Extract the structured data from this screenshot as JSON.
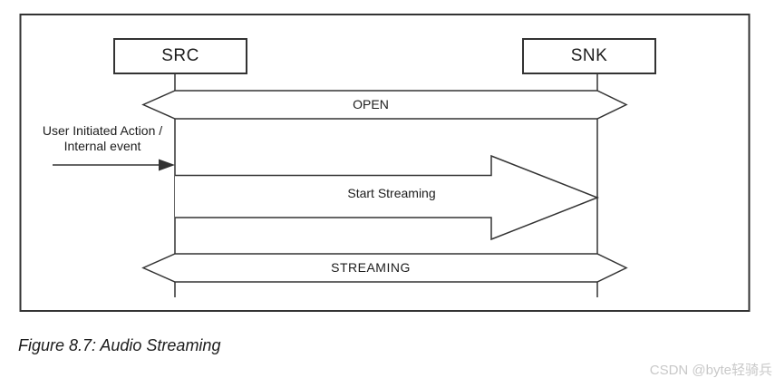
{
  "page": {
    "caption": "Figure 8.7: Audio Streaming",
    "watermark": "CSDN @byte轻骑兵"
  },
  "diagram": {
    "actors": [
      {
        "id": "src",
        "label": "SRC"
      },
      {
        "id": "snk",
        "label": "SNK"
      }
    ],
    "state_banners": [
      {
        "label": "OPEN"
      },
      {
        "label": "STREAMING"
      }
    ],
    "message": {
      "label": "Start Streaming",
      "from": "SRC",
      "to": "SNK"
    },
    "annotation": {
      "line1": "User Initiated Action /",
      "line2": "Internal event"
    }
  },
  "colors": {
    "line": "#333333",
    "text": "#1c1c1c",
    "watermark": "#c8c8c8",
    "background": "#ffffff",
    "fill": "#ffffff"
  }
}
